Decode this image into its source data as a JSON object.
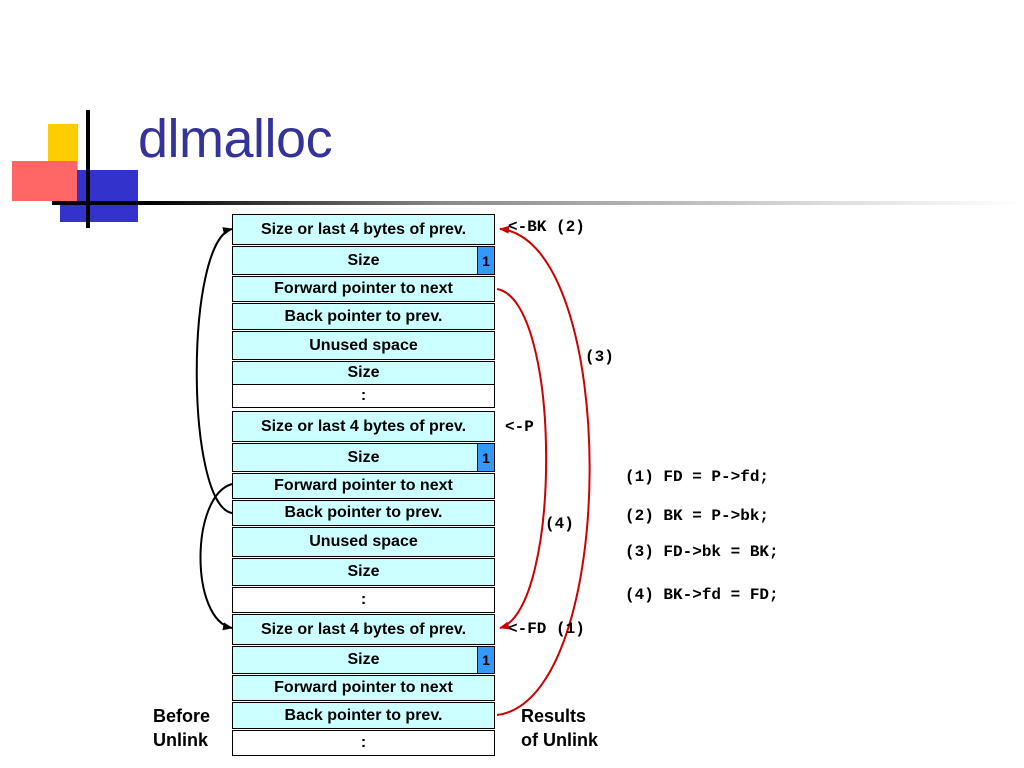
{
  "slide": {
    "title": "dlmalloc"
  },
  "labels": {
    "size_prev": "Size or last 4 bytes of prev.",
    "size": "Size",
    "forward": "Forward pointer to next",
    "back": "Back pointer to prev.",
    "unused": "Unused space",
    "colon": ":",
    "bit": "1"
  },
  "pointers": {
    "bk": "<-BK (2)",
    "p": "<-P",
    "fd": "<-FD (1)",
    "step3": "(3)",
    "step4": "(4)"
  },
  "steps": [
    "(1) FD = P->fd;",
    "(2) BK = P->bk;",
    "(3) FD->bk = BK;",
    "(4) BK->fd = FD;"
  ],
  "captions": {
    "before_1": "Before",
    "before_2": "Unlink",
    "results_1": "Results",
    "results_2": "of Unlink"
  },
  "colors": {
    "cell": "#ccffff",
    "bit": "#3399ff",
    "arrow_red": "#cc0000",
    "title": "#333399"
  }
}
